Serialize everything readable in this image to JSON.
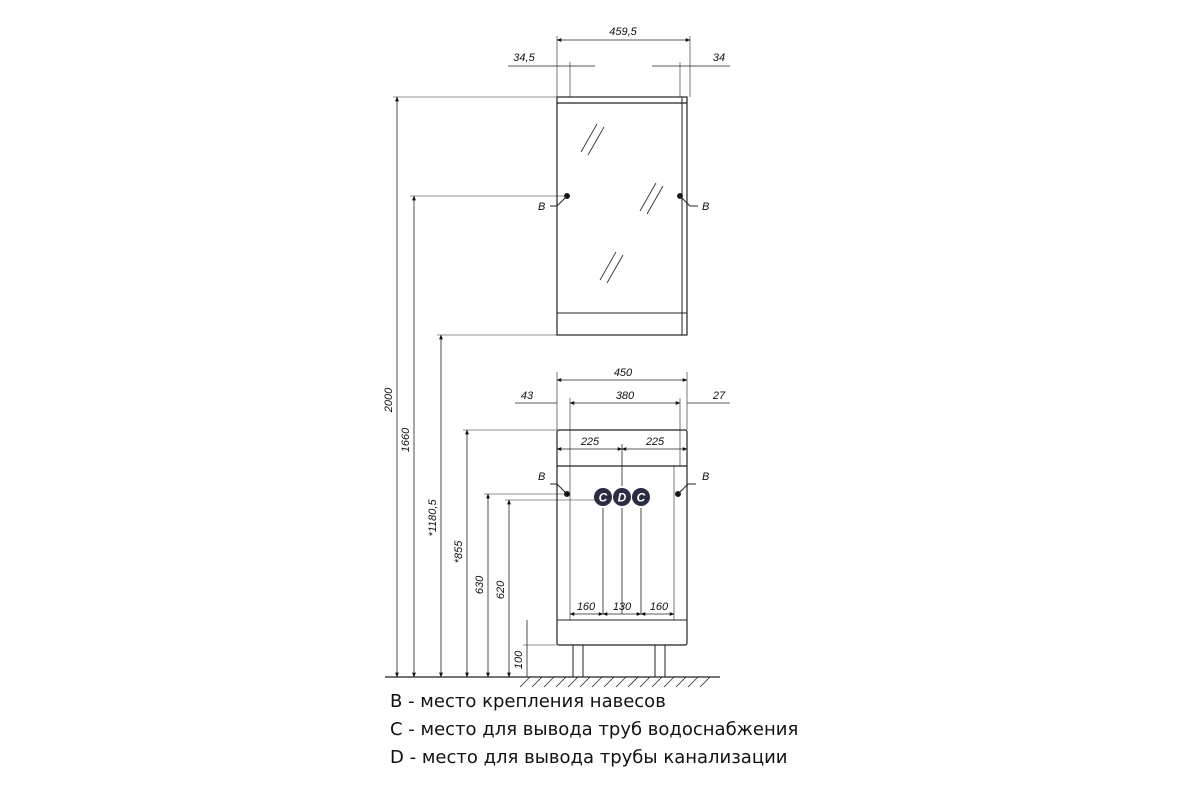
{
  "dimensions": {
    "mirror_width": "459,5",
    "mirror_left_offset": "34,5",
    "mirror_right_offset": "34",
    "total_height": "2000",
    "mount_height_top": "1660",
    "mirror_bottom_height": "*1180,5",
    "vanity_width": "450",
    "vanity_inner_width": "380",
    "vanity_left_offset": "43",
    "vanity_right_offset": "27",
    "vanity_half_left": "225",
    "vanity_half_right": "225",
    "vanity_height": "*855",
    "vanity_mount_height": "630",
    "pipe_height": "620",
    "pipe_spacing_left": "160",
    "pipe_spacing_mid": "130",
    "pipe_spacing_right": "160",
    "leg_height": "100"
  },
  "markers": {
    "b": "B",
    "c": "C",
    "d": "D"
  },
  "legend": [
    {
      "key": "B",
      "text": " - место крепления навесов"
    },
    {
      "key": "C",
      "text": " - место для вывода труб водоснабжения"
    },
    {
      "key": "D",
      "text": " - место для вывода трубы канализации"
    }
  ]
}
